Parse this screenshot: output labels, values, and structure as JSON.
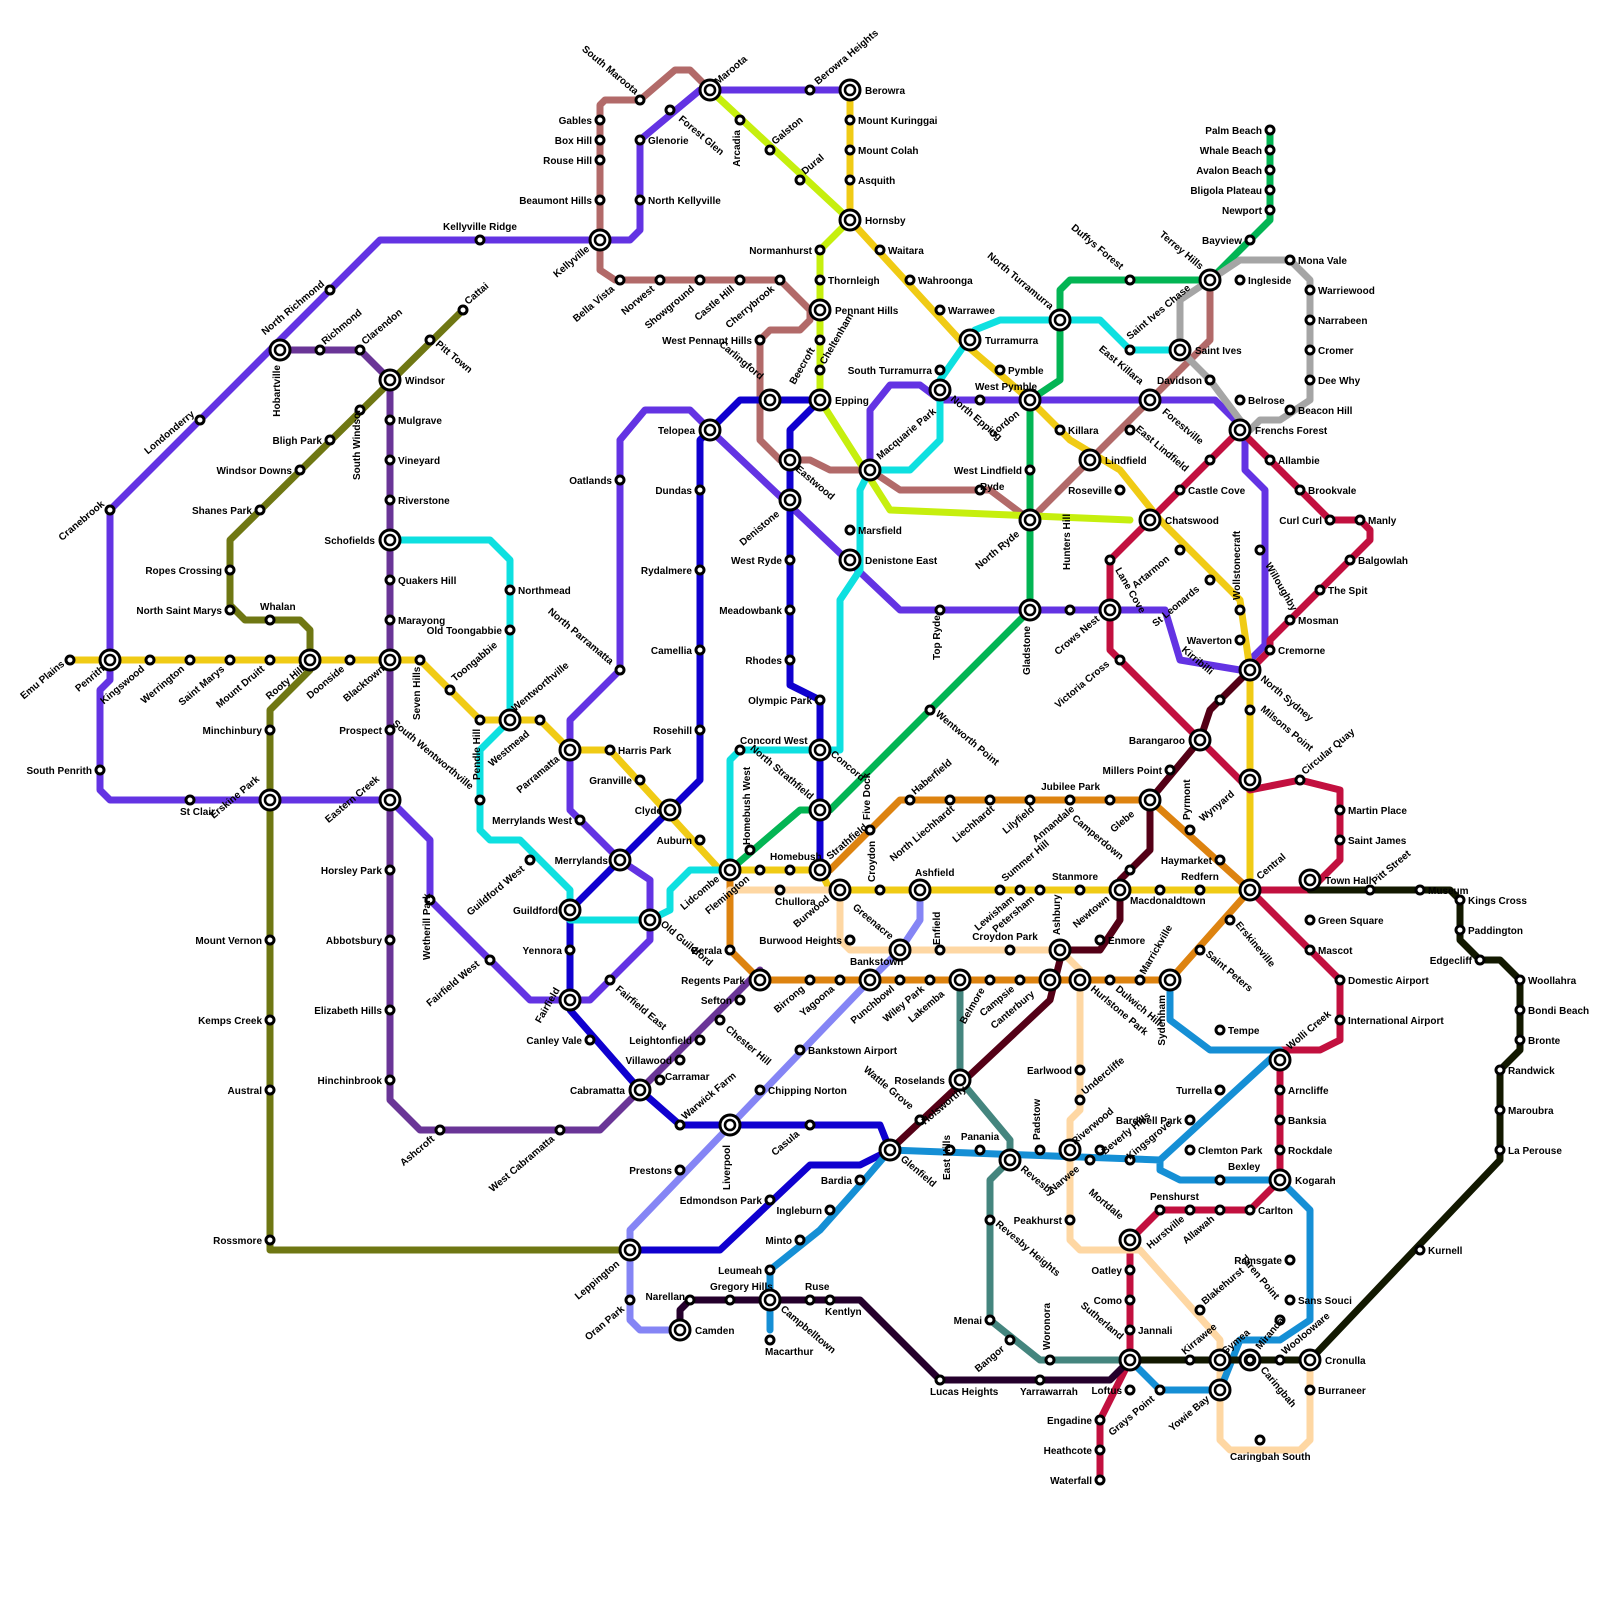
{
  "lines": [
    {
      "key": "violet",
      "color": "#6333e3"
    },
    {
      "key": "yellow",
      "color": "#f0cb15"
    },
    {
      "key": "brown",
      "color": "#b26a69"
    },
    {
      "key": "lime",
      "color": "#c6ef0e"
    },
    {
      "key": "blue",
      "color": "#0f00cf"
    },
    {
      "key": "cyan",
      "color": "#0ee0e0"
    },
    {
      "key": "olive",
      "color": "#6f7713"
    },
    {
      "key": "purple",
      "color": "#6a3597"
    },
    {
      "key": "green",
      "color": "#03b554"
    },
    {
      "key": "crimson",
      "color": "#c2103f"
    },
    {
      "key": "maroon",
      "color": "#540016"
    },
    {
      "key": "orange",
      "color": "#dd8310"
    },
    {
      "key": "peach",
      "color": "#fed7a3"
    },
    {
      "key": "lavender",
      "color": "#8585f5"
    },
    {
      "key": "teal",
      "color": "#44857e"
    },
    {
      "key": "skyblue",
      "color": "#158fd5"
    },
    {
      "key": "black",
      "color": "#121800"
    },
    {
      "key": "darkpurple",
      "color": "#25002c"
    },
    {
      "key": "gray",
      "color": "#a5a5a5"
    }
  ],
  "stations": [
    "Emu Plains",
    "Penrith",
    "Kingswood",
    "Werrington",
    "Saint Marys",
    "Mount Druitt",
    "Rooty Hill",
    "Doonside",
    "Blacktown",
    "Seven Hills",
    "Toongabbie",
    "Pendle Hill",
    "Wentworthville",
    "Westmead",
    "Parramatta",
    "Harris Park",
    "Granville",
    "Clyde",
    "Auburn",
    "Lidcombe",
    "Flemington",
    "Homebush",
    "Strathfield",
    "Croydon",
    "Ashfield",
    "Summer Hill",
    "Lewisham",
    "Petersham",
    "Stanmore",
    "Newtown",
    "Macdonaldtown",
    "Redfern",
    "Central",
    "Cranebrook",
    "Londonderry",
    "North Richmond",
    "Kellyville Ridge",
    "Kellyville",
    "Glenorie",
    "North Kellyville",
    "Forest Glen",
    "Maroota",
    "Berowra Heights",
    "Berowra",
    "South Penrith",
    "St Clair",
    "Erskine Park",
    "Eastern Creek",
    "Wetherill Park",
    "Fairfield West",
    "Fairfield East",
    "Old Guildford",
    "Merrylands",
    "Merrylands West",
    "North Parramatta",
    "Oatlands",
    "Telopea",
    "Denistone",
    "Denistone East",
    "Macquarie Park",
    "North Epping",
    "West Pymble",
    "Gordon",
    "Killara",
    "Top Ryde",
    "Gladstone",
    "Hunters Hill",
    "Crows Nest",
    "Kirribilli",
    "North Sydney",
    "Willoughby",
    "Forestville",
    "Frenchs Forest",
    "Belrose",
    "Mount Kuringgai",
    "Mount Colah",
    "Asquith",
    "Hornsby",
    "Waitara",
    "Wahroonga",
    "Warrawee",
    "Turramurra",
    "Pymble",
    "Lindfield",
    "Roseville",
    "Chatswood",
    "Artarmon",
    "St Leonards",
    "Wollstonecraft",
    "Waverton",
    "Milsons Point",
    "Wynyard",
    "South Maroota",
    "Gables",
    "Box Hill",
    "Rouse Hill",
    "Beaumont Hills",
    "Bella Vista",
    "Norwest",
    "Showground",
    "Castle Hill",
    "Cherrybrook",
    "West Pennant Hills",
    "Carlingford",
    "Eastwood",
    "Ryde",
    "North Ryde",
    "East Lindfield",
    "East Killara",
    "Saint Ives",
    "Arcadia",
    "Galston",
    "Dural",
    "Normanhurst",
    "Thornleigh",
    "Pennant Hills",
    "Beecroft",
    "Cheltenham",
    "Epping",
    "Dundas",
    "Rydalmere",
    "Camellia",
    "Rosehill",
    "Guildford",
    "Yennora",
    "Fairfield",
    "Canley Vale",
    "Cabramatta",
    "Warwick Farm",
    "Liverpool",
    "Casula",
    "Glenfield",
    "Bardia",
    "Edmondson Park",
    "Leppington",
    "Meadowbank",
    "West Ryde",
    "Rhodes",
    "Olympic Park",
    "Concord",
    "North Strathfield",
    "Schofields",
    "Northmead",
    "Old Toongabbie",
    "South Wentworthville",
    "Guildford West",
    "Concord West",
    "Homebush West",
    "Marsfield",
    "South Turramurra",
    "North Turramurra",
    "Saint Ives Chase",
    "Cattai",
    "Pitt Town",
    "Windsor",
    "South Windsor",
    "Bligh Park",
    "Windsor Downs",
    "Shanes Park",
    "Ropes Crossing",
    "North Saint Marys",
    "Whalan",
    "Minchinbury",
    "Mount Vernon",
    "Kemps Creek",
    "Austral",
    "Rossmore",
    "Hobartville",
    "Richmond",
    "Clarendon",
    "Mulgrave",
    "Vineyard",
    "Riverstone",
    "Quakers Hill",
    "Marayong",
    "Prospect",
    "Horsley Park",
    "Abbotsbury",
    "Elizabeth Hills",
    "Hinchinbrook",
    "Ashcroft",
    "West Cabramatta",
    "Palm Beach",
    "Whale Beach",
    "Avalon Beach",
    "Bligola Plateau",
    "Newport",
    "Bayview",
    "Terrey Hills",
    "Duffys Forest",
    "West Lindfield",
    "Wentworth Point",
    "Allambie",
    "Brookvale",
    "Curl Curl",
    "Manly",
    "Balgowlah",
    "The Spit",
    "Mosman",
    "Cremorne",
    "Castle Cove",
    "Lane Cove",
    "Victoria Cross",
    "Barangaroo",
    "Circular Quay",
    "Martin Place",
    "Saint James",
    "Town Hall",
    "Green Square",
    "Mascot",
    "Domestic Airport",
    "International Airport",
    "Wolli Creek",
    "Arncliffe",
    "Banksia",
    "Rockdale",
    "Kogarah",
    "Carlton",
    "Allawah",
    "Hurstville",
    "Penshurst",
    "Mortdale",
    "Oatley",
    "Como",
    "Jannali",
    "Sutherland",
    "Loftus",
    "Engadine",
    "Heathcote",
    "Waterfall",
    "Millers Point",
    "Pyrmont",
    "Glebe",
    "Camperdown",
    "Enmore",
    "Canterbury",
    "Wattle Grove",
    "Holsworthy",
    "Haberfield",
    "Five Dock",
    "North Liechhardt",
    "Liechhardt",
    "Lilyfield",
    "Annandale",
    "Jubilee Park",
    "Haymarket",
    "Saint Peters",
    "Erskineville",
    "Marrickville",
    "Dulwich Hill",
    "Hurlstone Park",
    "Campsie",
    "Belmore",
    "Lakemba",
    "Wiley Park",
    "Punchbowl",
    "Bankstown",
    "Yagoona",
    "Birrong",
    "Regents Park",
    "Berala",
    "Chullora",
    "Burwood",
    "Burwood Heights",
    "Greenacre",
    "Enfield",
    "Croydon Park",
    "Ashbury",
    "Earlwood",
    "Undercliffe",
    "Riverwood",
    "Peakhurst",
    "Blakehurst",
    "Gymea",
    "Yowie Bay",
    "Caringbah South",
    "Burraneer",
    "Bankstown Airport",
    "Chipping Norton",
    "Prestons",
    "Oran Park",
    "Camden",
    "Villawood",
    "Carramar",
    "Chester Hill",
    "Leightonfield",
    "Sefton",
    "Roselands",
    "Panania",
    "East Hills",
    "Padstow",
    "Revesby",
    "Revesby Heights",
    "Menai",
    "Bangor",
    "Woronora",
    "Sydenham",
    "Tempe",
    "Turrella",
    "Bardwell Park",
    "Clemton Park",
    "Beverly Hills",
    "Narwee",
    "Kingsgrove",
    "Bexley",
    "Ramsgate",
    "Sans Souci",
    "Taren Point",
    "Miranda",
    "Caringbah",
    "Kirrawee",
    "Grays Point",
    "Ingleburn",
    "Minto",
    "Leumeah",
    "Macarthur",
    "Campbelltown",
    "Museum",
    "Pitt Street",
    "Kings Cross",
    "Paddington",
    "Edgecliff",
    "Woollahra",
    "Bondi Beach",
    "Bronte",
    "Randwick",
    "Maroubra",
    "La Perouse",
    "Kurnell",
    "Cronulla",
    "Woolooware",
    "Narellan",
    "Gregory Hills",
    "Ruse",
    "Kentlyn",
    "Lucas Heights",
    "Yarrawarrah",
    "Mona Vale",
    "Ingleside",
    "Warriewood",
    "Narrabeen",
    "Cromer",
    "Dee Why",
    "Beacon Hill",
    "Davidson"
  ]
}
